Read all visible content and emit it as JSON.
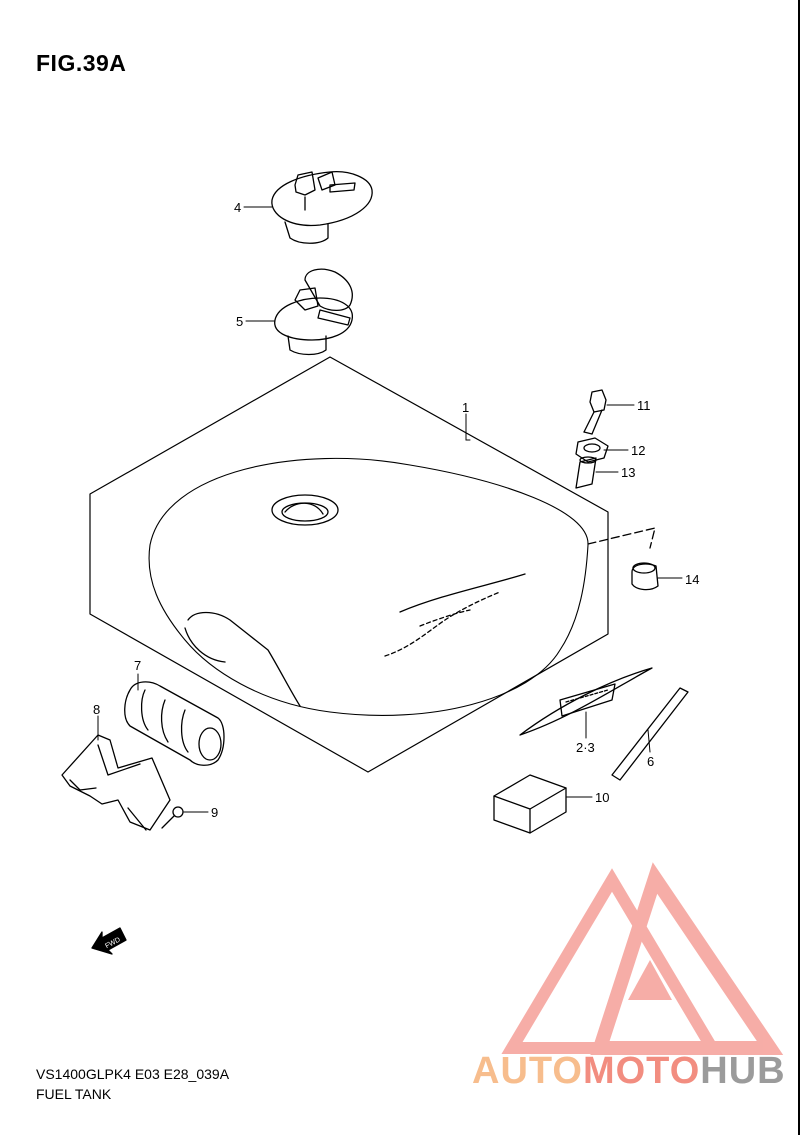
{
  "figure": {
    "title": "FIG.39A",
    "model_code": "VS1400GLPK4 E03 E28_039A",
    "section_name": "FUEL TANK"
  },
  "callouts": {
    "c1": "1",
    "c23": "2·3",
    "c4": "4",
    "c5": "5",
    "c6": "6",
    "c7": "7",
    "c8": "8",
    "c9": "9",
    "c10": "10",
    "c11": "11",
    "c12": "12",
    "c13": "13",
    "c14": "14"
  },
  "direction_arrow": {
    "label": "FWD"
  },
  "watermark": {
    "part1": "AUTO",
    "part2": "MOTO",
    "part3": "HUB",
    "colors": {
      "logo": "#f4928a",
      "auto": "#f6b27a",
      "moto": "#f07a6a",
      "hub": "#8a8a8a"
    }
  }
}
